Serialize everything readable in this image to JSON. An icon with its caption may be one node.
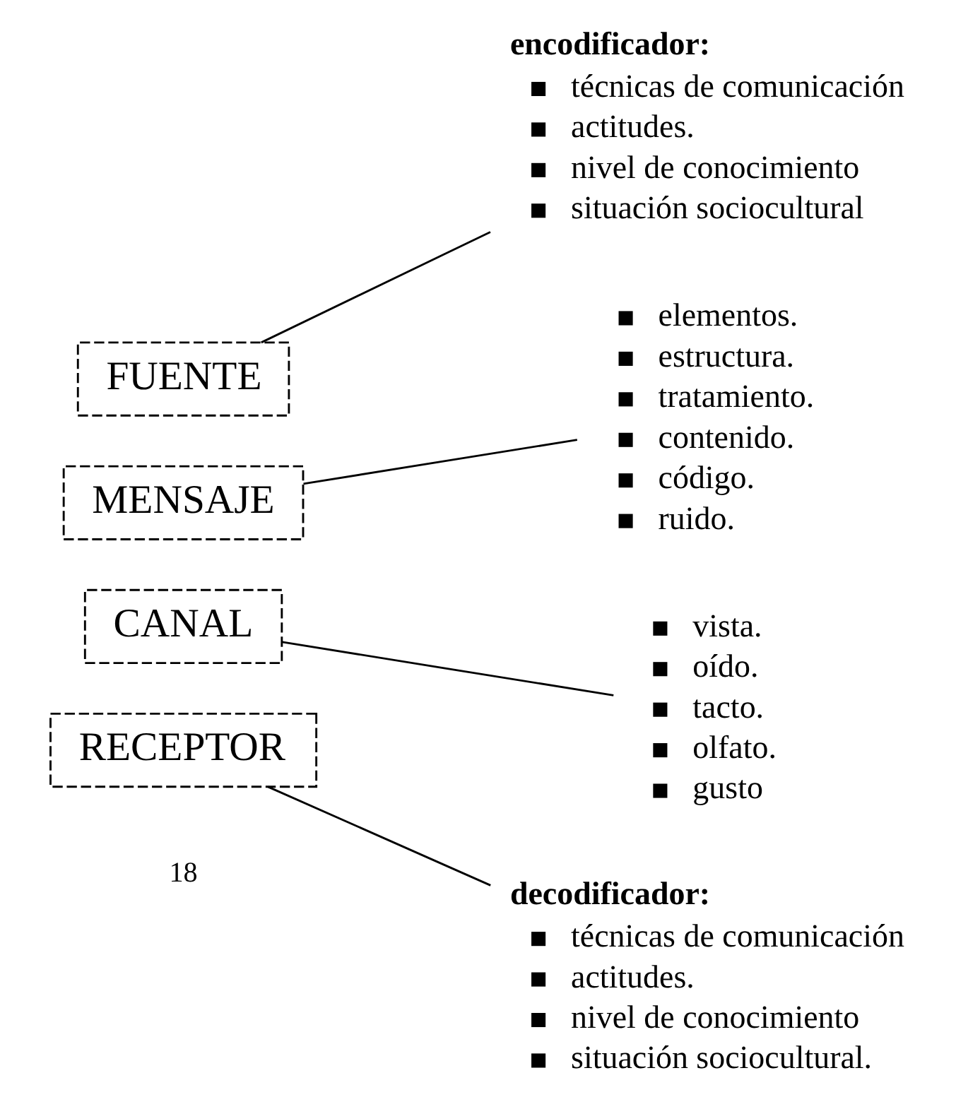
{
  "diagram": {
    "nodes": [
      {
        "text": [
          "FUENTE"
        ]
      },
      {
        "text": [
          "encodificador:",
          "técnicas de comunicación",
          "actitudes.",
          "nivel de conocimiento",
          "situación sociocultural"
        ]
      },
      {
        "text": [
          "MENSAJE"
        ]
      },
      {
        "text": [
          "elementos.",
          "estructura.",
          "tratamiento.",
          "contenido.",
          "código.",
          "ruido."
        ]
      },
      {
        "text": [
          "CANAL"
        ]
      },
      {
        "text": [
          "vista.",
          "oído.",
          "tacto.",
          "olfato.",
          "gusto"
        ]
      },
      {
        "text": [
          "RECEPTOR"
        ]
      },
      {
        "text": [
          "decodificador:",
          "técnicas de comunicación",
          "actitudes.",
          "nivel de conocimiento",
          "situación sociocultural."
        ]
      }
    ],
    "edges": [
      {
        "from": 0,
        "to": 1,
        "arrow": "none"
      },
      {
        "from": 2,
        "to": 3,
        "arrow": "none"
      },
      {
        "from": 4,
        "to": 5,
        "arrow": "none"
      },
      {
        "from": 6,
        "to": 7,
        "arrow": "none"
      }
    ],
    "labels": [
      "18"
    ]
  }
}
